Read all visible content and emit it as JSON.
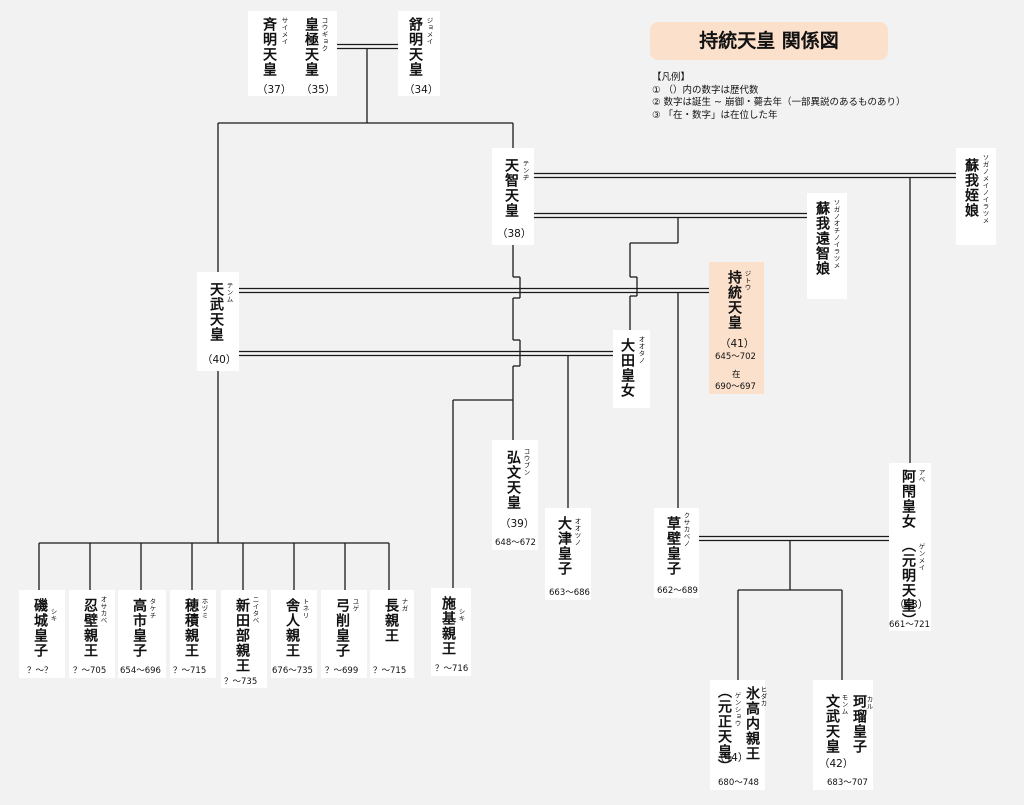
{
  "title": "持統天皇 関係図",
  "legend": {
    "heading": "【凡例】",
    "items": [
      "① （）内の数字は歴代数",
      "② 数字は誕生 ~ 崩御・薨去年（一部異説のあるものあり）",
      "③ 「在・数字」は在位した年"
    ]
  },
  "people": {
    "saimei": {
      "name": "斉明天皇",
      "ruby": "サイメイ",
      "reign": "（37）"
    },
    "kogyoku": {
      "name": "皇極天皇",
      "ruby": "コウギョク",
      "reign": "（35）"
    },
    "jomei": {
      "name": "舒明天皇",
      "ruby": "ジョメイ",
      "reign": "（34）"
    },
    "tenji": {
      "name": "天智天皇",
      "ruby": "テンヂ",
      "reign": "（38）"
    },
    "soga_mei": {
      "name": "蘇我姪娘",
      "ruby": "ソガノメイノイラツメ"
    },
    "soga_ochi": {
      "name": "蘇我遠智娘",
      "ruby": "ソガノオチノイラツメ"
    },
    "jito": {
      "name": "持統天皇",
      "ruby": "ジトウ",
      "reign": "（41）",
      "years": "645～702",
      "reign_label": "在",
      "reign_years": "690～697"
    },
    "tenmu": {
      "name": "天武天皇",
      "ruby": "テンム",
      "reign": "（40）"
    },
    "ota": {
      "name": "大田皇女",
      "ruby": "オオタノ"
    },
    "kobun": {
      "name": "弘文天皇",
      "ruby": "コウブン",
      "reign": "（39）",
      "years": "648～672"
    },
    "otsu": {
      "name": "大津皇子",
      "ruby": "オオツノ",
      "years": "663～686"
    },
    "kusakabe": {
      "name": "草壁皇子",
      "ruby": "クサカベノ",
      "years": "662～689"
    },
    "abe": {
      "name": "阿閇皇女",
      "name2": "（元明天皇）",
      "ruby": "アベ",
      "ruby2": "ゲンメイ",
      "reign": "（43）",
      "years": "661～721"
    },
    "shiki_t": {
      "name": "施基親王",
      "ruby": "シキ",
      "years": "？～716"
    },
    "hidaka": {
      "name": "氷高内親王",
      "name2": "（元正天皇）",
      "ruby": "ヒダカ",
      "ruby2": "ゲンショウ",
      "reign": "（44）",
      "years": "680～748"
    },
    "karu": {
      "name": "珂瑠皇子",
      "name2": "文武天皇",
      "ruby": "カル",
      "ruby2": "モンム",
      "reign": "（42）",
      "years": "683～707"
    },
    "shiki_m": {
      "name": "磯城皇子",
      "ruby": "シキ",
      "years": "？～？"
    },
    "osakabe": {
      "name": "忍壁親王",
      "ruby": "オサカベ",
      "years": "？～705"
    },
    "takechi": {
      "name": "高市皇子",
      "ruby": "タケチ",
      "years": "654～696"
    },
    "hozumi": {
      "name": "穂積親王",
      "ruby": "ホヅミ",
      "years": "？～715"
    },
    "niitabe": {
      "name": "新田部親王",
      "ruby": "ニイタベ",
      "years": "？～735"
    },
    "toneri": {
      "name": "舎人親王",
      "ruby": "トネリ",
      "years": "676～735"
    },
    "yuge": {
      "name": "弓削皇子",
      "ruby": "ユゲ",
      "years": "？～699"
    },
    "naga": {
      "name": "長親王",
      "ruby": "ナガ",
      "years": "？～715"
    }
  }
}
